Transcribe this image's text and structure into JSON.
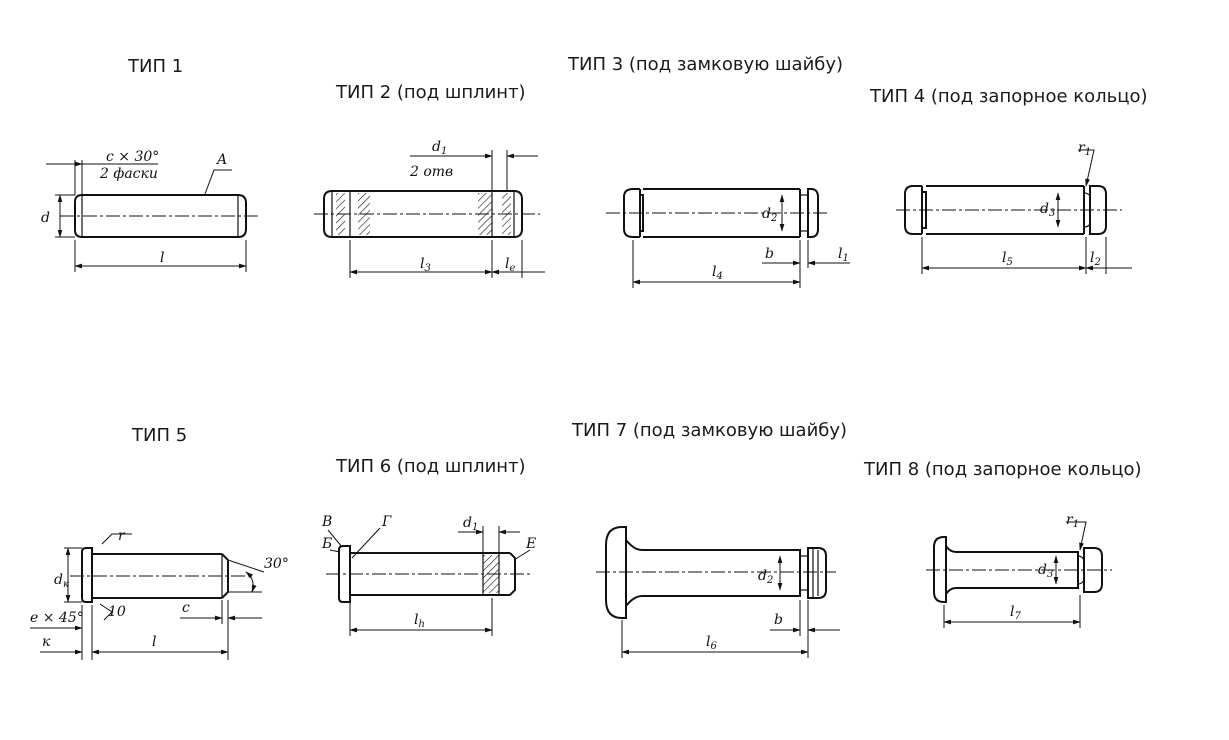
{
  "types": [
    {
      "id": "t1",
      "caption": "ТИП 1"
    },
    {
      "id": "t2",
      "caption": "ТИП 2 (под шплинт)"
    },
    {
      "id": "t3",
      "caption": "ТИП 3 (под замковую шайбу)"
    },
    {
      "id": "t4",
      "caption": "ТИП 4 (под запорное кольцо)"
    },
    {
      "id": "t5",
      "caption": "ТИП 5"
    },
    {
      "id": "t6",
      "caption": "ТИП 6 (под шплинт)"
    },
    {
      "id": "t7",
      "caption": "ТИП 7 (под замковую шайбу)"
    },
    {
      "id": "t8",
      "caption": "ТИП 8 (под запорное кольцо)"
    }
  ],
  "labels": {
    "t1_chamfer": "c × 30°",
    "t1_chamfer2": "2 фаски",
    "t1_a": "A",
    "t1_d": "d",
    "t1_l": "l",
    "t2_d1": "d",
    "t2_d1_sub": "1",
    "t2_holes": "2 отв",
    "t2_l3": "l",
    "t2_l3_sub": "3",
    "t2_le": "l",
    "t2_le_sub": "e",
    "t3_d2": "d",
    "t3_d2_sub": "2",
    "t3_l4": "l",
    "t3_l4_sub": "4",
    "t3_b": "b",
    "t3_l1": "l",
    "t3_l1_sub": "1",
    "t4_r1": "r",
    "t4_r1_sub": "1",
    "t4_d3": "d",
    "t4_d3_sub": "3",
    "t4_l5": "l",
    "t4_l5_sub": "5",
    "t4_l2": "l",
    "t4_l2_sub": "2",
    "t5_r": "r",
    "t5_angle": "30°",
    "t5_dk": "d",
    "t5_dk_sub": "к",
    "t5_e45": "e × 45°",
    "t5_10": "10",
    "t5_c": "c",
    "t5_k": "к",
    "t5_l": "l",
    "t6_v": "В",
    "t6_b": "Б",
    "t6_g": "Г",
    "t6_d1": "d",
    "t6_d1_sub": "1",
    "t6_e": "Е",
    "t6_lh": "l",
    "t6_lh_sub": "h",
    "t7_d2": "d",
    "t7_d2_sub": "2",
    "t7_l6": "l",
    "t7_l6_sub": "6",
    "t7_b": "b",
    "t8_r1": "r",
    "t8_r1_sub": "1",
    "t8_d3": "d",
    "t8_d3_sub": "3",
    "t8_l7": "l",
    "t8_l7_sub": "7"
  }
}
